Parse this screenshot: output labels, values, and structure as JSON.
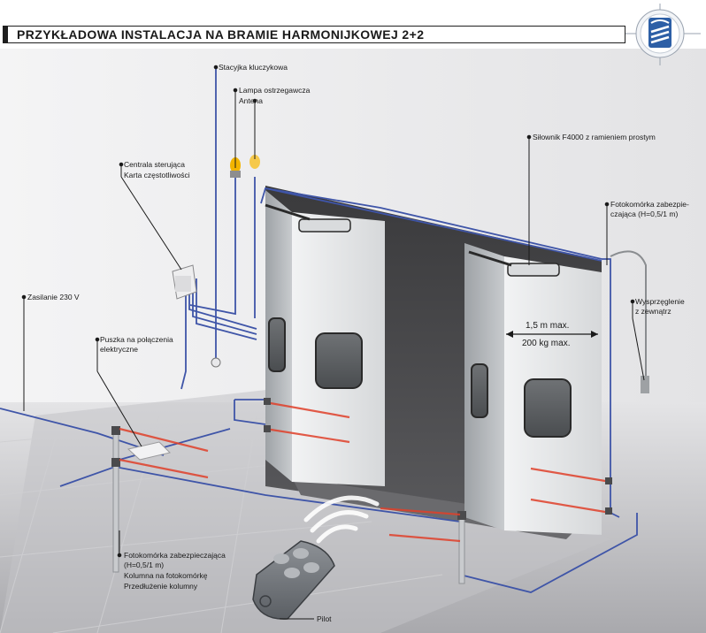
{
  "title": "PRZYKŁADOWA INSTALACJA NA BRAMIE HARMONIJKOWEJ 2+2",
  "logo_icon": "company-logo-icon",
  "colors": {
    "wire": "#3f55a8",
    "beam": "#e0402a",
    "floor": "#b9b9bd",
    "door": "#e6e8ea",
    "wall": "#d4d5d8",
    "lamp": "#f2b400"
  },
  "labels": {
    "key_switch": "Stacyjka kluczykowa",
    "warning_lamp": "Lampa ostrzegawcza",
    "antenna": "Antena",
    "control_unit": "Centrala sterująca",
    "frequency_card": "Karta częstotliwości",
    "power_supply": "Zasilanie 230 V",
    "junction_box": "Puszka na połączenia",
    "junction_box_2": "elektryczne",
    "actuator": "Siłownik F4000 z ramieniem prostym",
    "photocell_right_1": "Fotokomórka zabezpie-",
    "photocell_right_2": "czająca (H=0,5/1 m)",
    "external_release_1": "Wysprzęglenie",
    "external_release_2": "z zewnątrz",
    "photocell_left_1": "Fotokomórka zabezpieczająca",
    "photocell_left_2": "(H=0,5/1 m)",
    "photocell_column": "Kolumna na fotokomórkę",
    "column_extension": "Przedłużenie kolumny",
    "remote": "Pilot",
    "dim_width": "1,5 m max.",
    "dim_weight": "200 kg max."
  }
}
